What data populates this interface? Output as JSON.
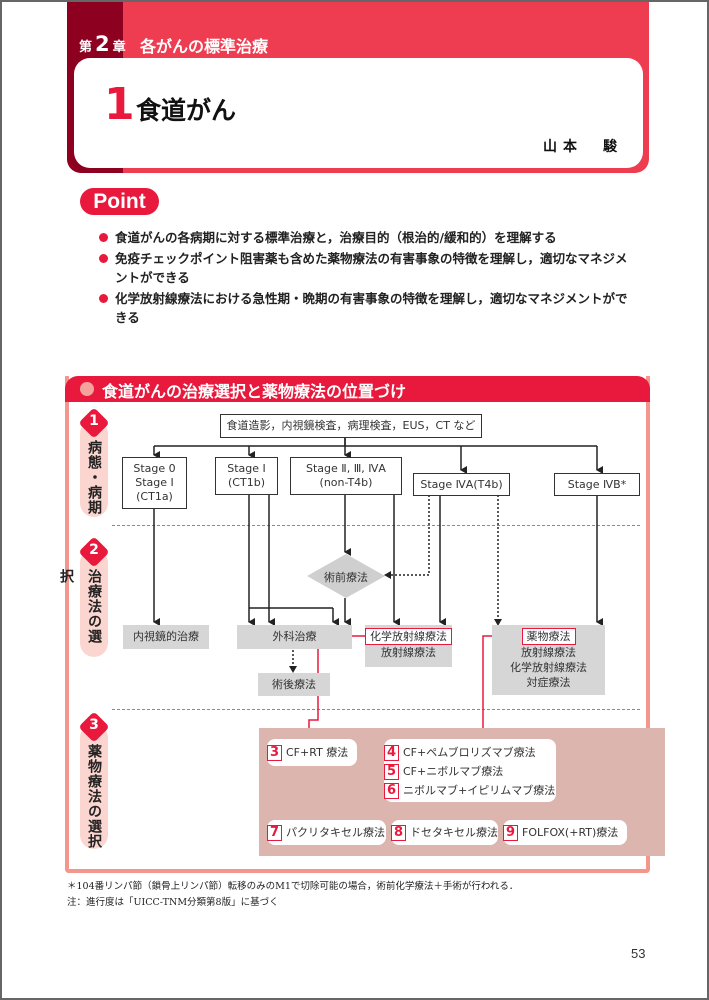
{
  "chapter": {
    "prefix": "第",
    "number": "2",
    "suffix": "章",
    "title": "各がんの標準治療"
  },
  "section": {
    "number": "1",
    "title": "食道がん",
    "author": "山本　駿"
  },
  "point": {
    "badge": "Point",
    "items": [
      "食道がんの各病期に対する標準治療と，治療目的（根治的/緩和的）を理解する",
      "免疫チェックポイント阻害薬も含めた薬物療法の有害事象の特徴を理解し，適切なマネジメントができる",
      "化学放射線療法における急性期・晩期の有害事象の特徴を理解し，適切なマネジメントができる"
    ]
  },
  "figure": {
    "title": "食道がんの治療選択と薬物療法の位置づけ",
    "sections": [
      {
        "number": "1",
        "label": "病態・病期"
      },
      {
        "number": "2",
        "label": "治療法の選択"
      },
      {
        "number": "3",
        "label": "薬物療法の選択"
      }
    ],
    "exam_box": "食道造影，内視鏡検査，病理検査，EUS，CT など",
    "stages": [
      {
        "lines": [
          "Stage 0",
          "Stage Ⅰ",
          "(CT1a)"
        ]
      },
      {
        "lines": [
          "Stage Ⅰ",
          "(CT1b)"
        ]
      },
      {
        "lines": [
          "Stage Ⅱ, Ⅲ, ⅣA",
          "(non-T4b)"
        ]
      },
      {
        "lines": [
          "Stage ⅣA(T4b)"
        ]
      },
      {
        "lines": [
          "Stage ⅣB*"
        ]
      }
    ],
    "preop": "術前療法",
    "treatments": {
      "endoscopic": "内視鏡的治療",
      "surgery": "外科治療",
      "postop": "術後療法",
      "crt_highlight": "化学放射線療法",
      "crt_sub": "放射線療法",
      "drug_highlight": "薬物療法",
      "drug_sub": [
        "放射線療法",
        "化学放射線療法",
        "対症療法"
      ]
    },
    "regimens": [
      {
        "n": "3",
        "label": "CF+RT 療法"
      },
      {
        "n": "4",
        "label": "CF+ペムブロリズマブ療法"
      },
      {
        "n": "5",
        "label": "CF+ニボルマブ療法"
      },
      {
        "n": "6",
        "label": "ニボルマブ+イピリムマブ療法"
      },
      {
        "n": "7",
        "label": "パクリタキセル療法"
      },
      {
        "n": "8",
        "label": "ドセタキセル療法"
      },
      {
        "n": "9",
        "label": "FOLFOX(+RT)療法"
      }
    ]
  },
  "footnotes": [
    "＊104番リンパ節（鎖骨上リンパ節）転移のみのM1で切除可能の場合，術前化学療法＋手術が行われる．",
    "注：進行度は「UICC-TNM分類第8版」に基づく"
  ],
  "page_number": "53",
  "colors": {
    "accent_red": "#e8193c",
    "header_red": "#ee3d50",
    "dark_red": "#8e0020",
    "salmon": "#f3968c",
    "drug_bg": "#dcb5ae",
    "gray_box": "#d6d6d6"
  }
}
